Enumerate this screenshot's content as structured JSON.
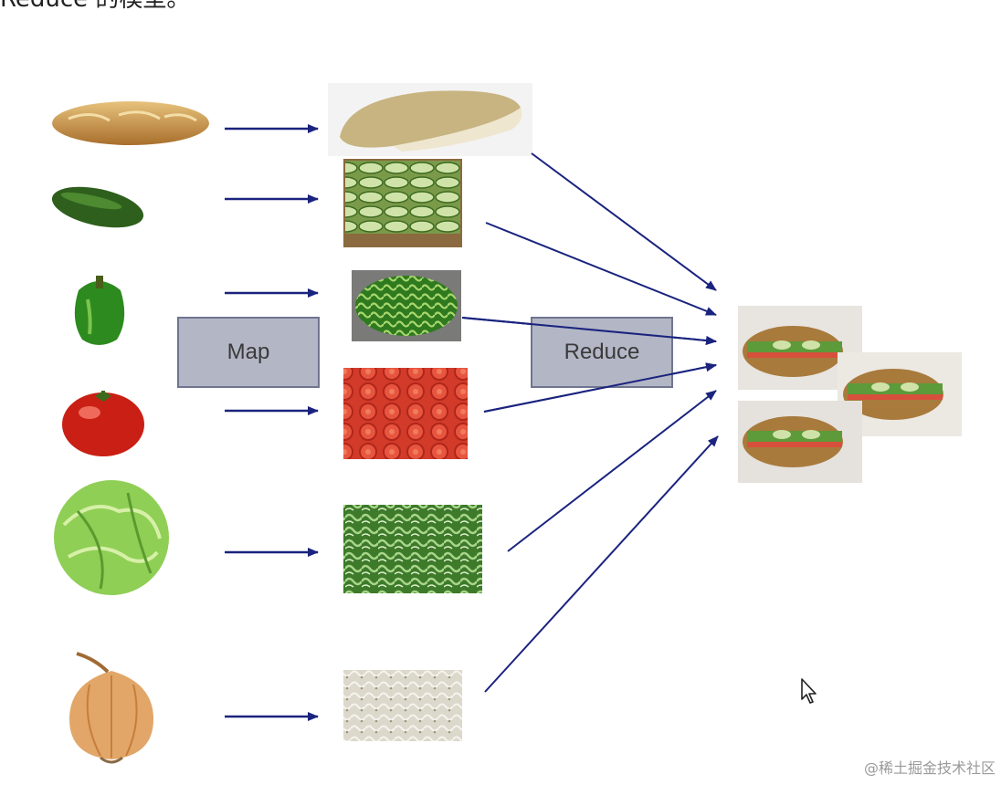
{
  "header_fragment": "Reduce 的模型。",
  "boxes": {
    "map_label": "Map",
    "reduce_label": "Reduce"
  },
  "ingredients": [
    "bread",
    "cucumber",
    "green-pepper",
    "tomato",
    "lettuce",
    "onion"
  ],
  "processed": [
    "sliced-bread",
    "sliced-cucumber",
    "chopped-pepper",
    "sliced-tomato",
    "shredded-lettuce",
    "diced-onion"
  ],
  "result": "sandwiches",
  "watermark": "@稀土掘金技术社区",
  "colors": {
    "arrow": "#1a237e",
    "box_fill": "#b3b6c5",
    "box_border": "#6f7590"
  }
}
